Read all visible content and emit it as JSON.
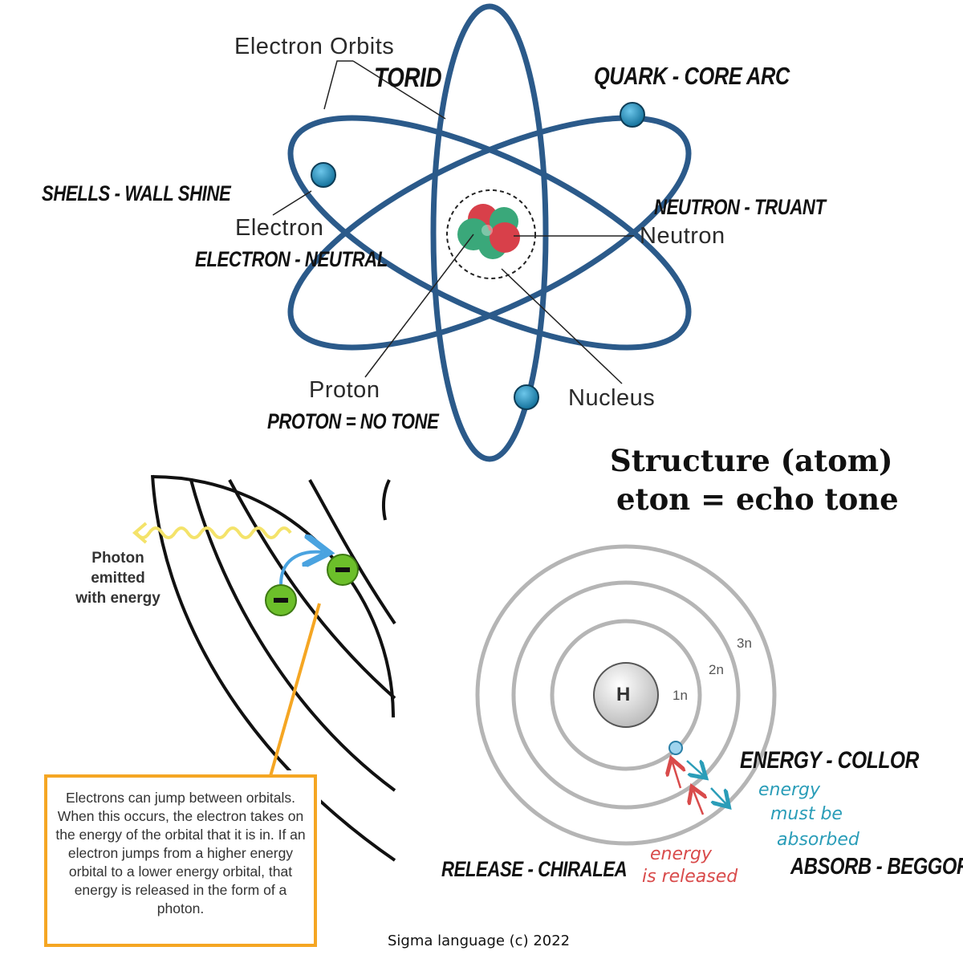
{
  "atom": {
    "electron_orbits": "Electron Orbits",
    "torid": "TORID",
    "quark": "QUARK - CORE ARC",
    "shells": "SHELLS - WALL SHINE",
    "electron": "Electron",
    "electron_neutral": "ELECTRON - NEUTRAL",
    "neutron_truant": "NEUTRON - TRUANT",
    "neutron": "Neutron",
    "proton": "Proton",
    "proton_no_tone": "PROTON = NO TONE",
    "nucleus": "Nucleus"
  },
  "heading": {
    "line1": "Structure (atom)",
    "line2": "eton = echo tone"
  },
  "photon": {
    "label_line1": "Photon",
    "label_line2": "emitted",
    "label_line3": "with energy",
    "note": "Electrons can jump between orbitals. When this occurs, the electron takes on the energy of the orbital that it is in. If an electron jumps from a higher energy orbital to a lower energy orbital, that energy is released in the form of a photon.",
    "electron_sign": "−"
  },
  "bohr": {
    "nucleus": "H",
    "shell_1": "1n",
    "shell_2": "2n",
    "shell_3": "3n",
    "energy_collor": "ENERGY - COLLOR",
    "absorbed_1": "energy",
    "absorbed_2": "must be",
    "absorbed_3": "absorbed",
    "released_1": "energy",
    "released_2": "is released",
    "release_chiralea": "RELEASE - CHIRALEA",
    "absorb_beggor": "ABSORB - BEGGOR"
  },
  "footer": "Sigma language (c) 2022",
  "colors": {
    "orbit": "#2b5a8a",
    "electron": "#1f8fbf",
    "proton": "#d8404a",
    "neutron": "#3aa87a",
    "green_electron": "#6cbf2a",
    "note_border": "#f5a623",
    "absorb": "#2a9db8",
    "release": "#d94b4b"
  }
}
